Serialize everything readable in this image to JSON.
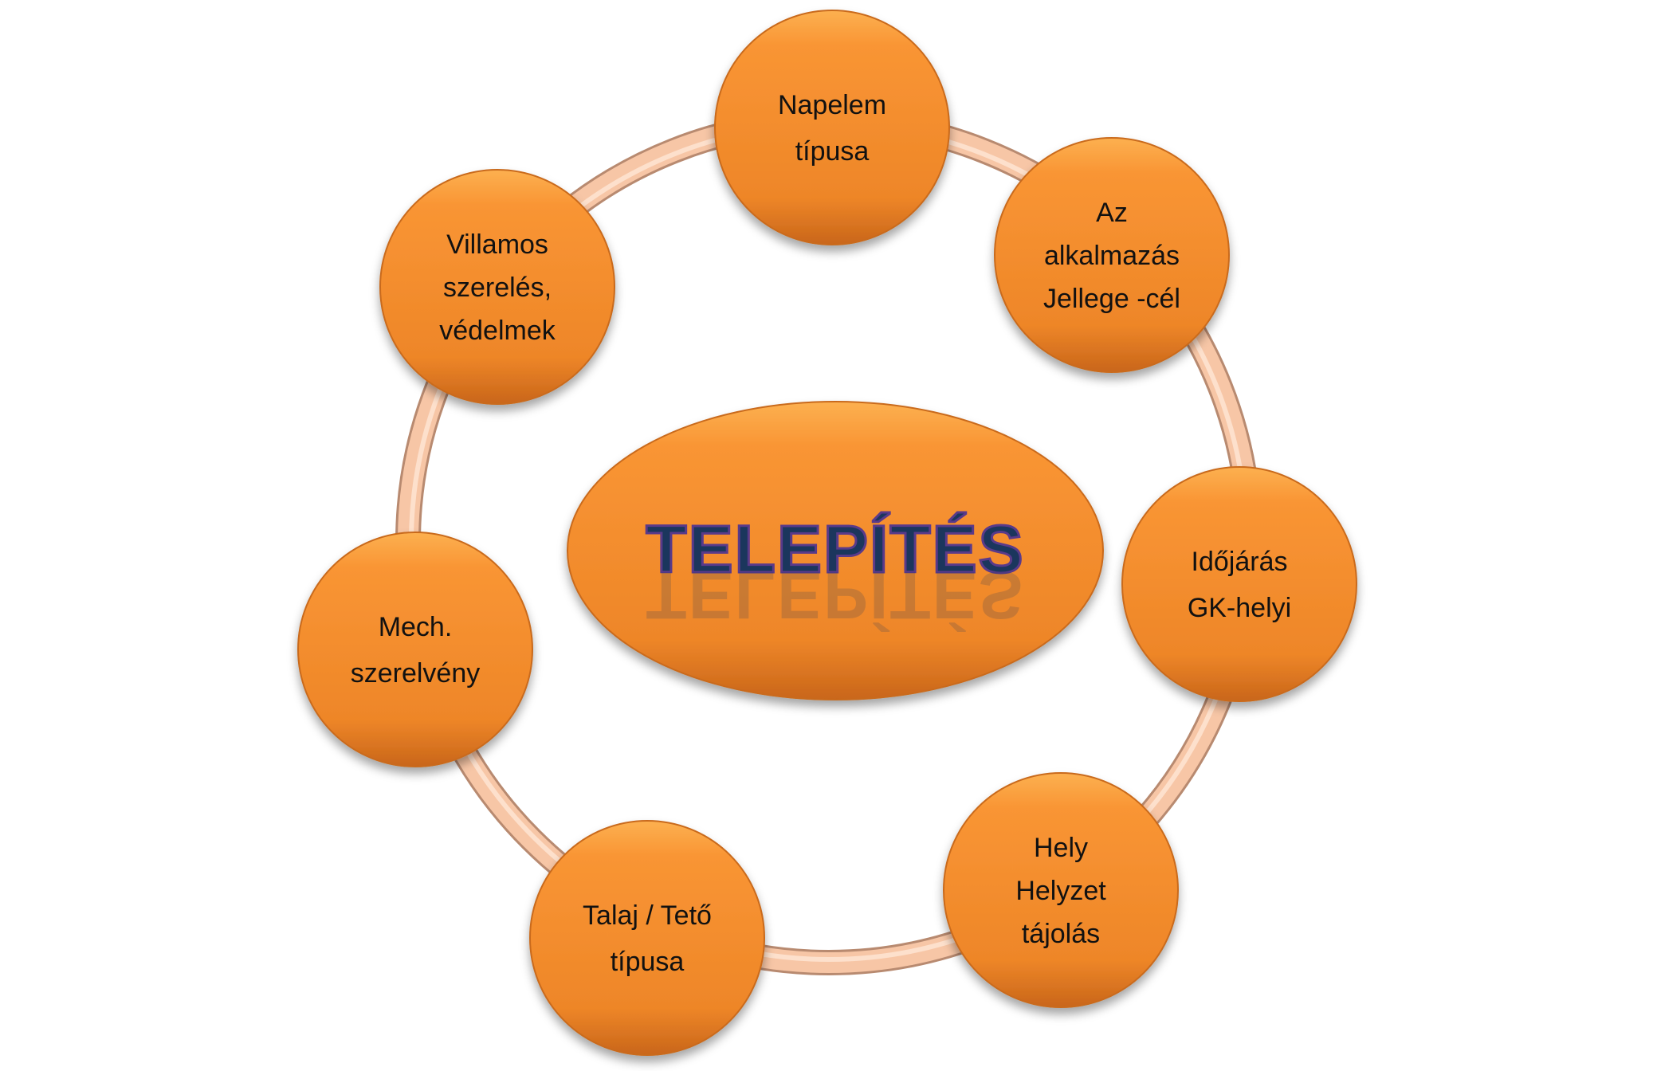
{
  "center": {
    "title": "TELEPÍTÉS"
  },
  "nodes": [
    {
      "lines": [
        "Napelem",
        "típusa"
      ]
    },
    {
      "lines": [
        "Az",
        "alkalmazás",
        "Jellege -cél"
      ]
    },
    {
      "lines": [
        "Időjárás",
        "GK-helyi"
      ]
    },
    {
      "lines": [
        "Hely",
        "Helyzet",
        "tájolás"
      ]
    },
    {
      "lines": [
        "Talaj / Tető",
        "típusa"
      ]
    },
    {
      "lines": [
        "Mech.",
        "szerelvény"
      ]
    },
    {
      "lines": [
        "Villamos",
        "szerelés,",
        "védelmek"
      ]
    }
  ],
  "colors": {
    "node": "#f7922f",
    "ring": "#f4c1a1",
    "title": "#1b365d"
  }
}
